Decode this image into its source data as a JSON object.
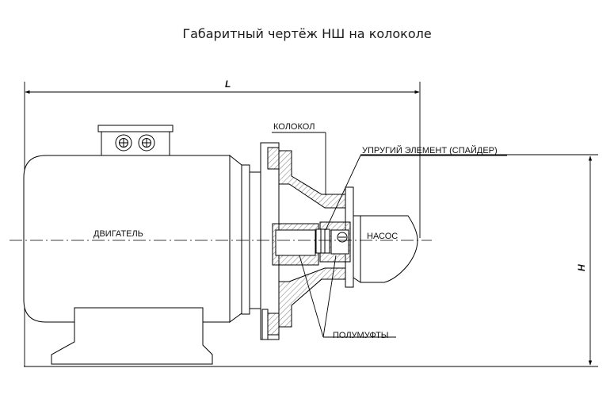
{
  "title": "Габаритный чертёж НШ на колоколе",
  "labels": {
    "motor": "ДВИГАТЕЛЬ",
    "bell_housing": "КОЛОКОЛ",
    "spider": "УПРУГИЙ ЭЛЕМЕНТ (СПАЙДЕР)",
    "pump": "НАСОС",
    "half_couplings": "ПОЛУМУФТЫ"
  },
  "dimensions": {
    "length": "L",
    "height": "H"
  },
  "colors": {
    "line": "#000000",
    "hatch": "#9a9a9a",
    "background": "#ffffff"
  }
}
